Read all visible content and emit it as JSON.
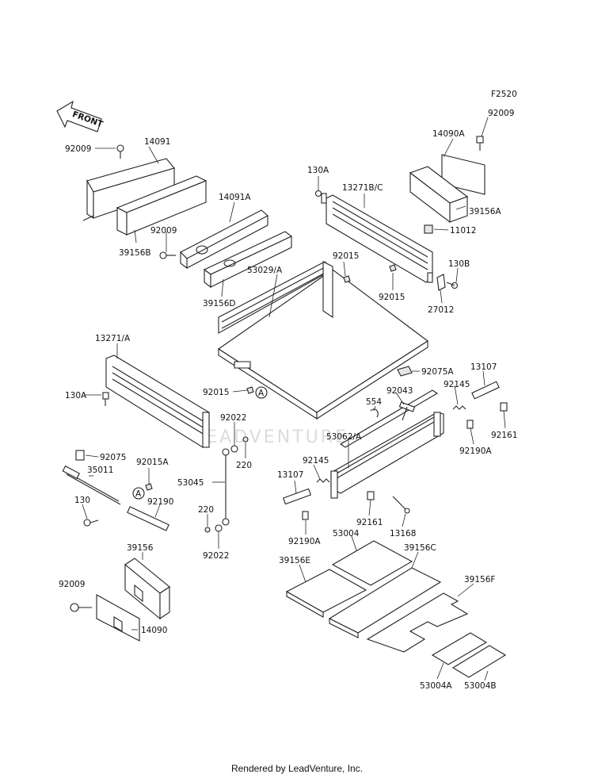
{
  "figure_code": "F2520",
  "front_label": "FRONT",
  "watermark": "LEADVENTURE",
  "footer": "Rendered by LeadVenture, Inc.",
  "labels": {
    "l92009a": "92009",
    "l14091": "14091",
    "l39156b": "39156B",
    "l14091a": "14091A",
    "l92009b": "92009",
    "l39156d": "39156D",
    "l53029": "53029/A",
    "l92015a": "92015",
    "l130a_top": "130A",
    "l13271bc": "13271B/C",
    "l14090a": "14090A",
    "l92009c": "92009",
    "l39156a": "39156A",
    "l11012": "11012",
    "l130b": "130B",
    "l92015b": "92015",
    "l27012": "27012",
    "l13271a": "13271/A",
    "l130a_left": "130A",
    "l92015c": "92015",
    "lA1": "A",
    "l92075a": "92075A",
    "l13107a": "13107",
    "l92043": "92043",
    "l92145a": "92145",
    "l554": "554",
    "l92161a": "92161",
    "l92190a_r": "92190A",
    "l53062": "53062/A",
    "l92022a": "92022",
    "l220a": "220",
    "l53045": "53045",
    "l92075": "92075",
    "l35011": "35011",
    "l92015a2": "92015A",
    "lA2": "A",
    "l130": "130",
    "l92190": "92190",
    "l220b": "220",
    "l92022b": "92022",
    "l92145b": "92145",
    "l13107b": "13107",
    "l92161b": "92161",
    "l13168": "13168",
    "l92190a_l": "92190A",
    "l53004": "53004",
    "l39156c": "39156C",
    "l39156e": "39156E",
    "l39156f": "39156F",
    "l39156": "39156",
    "l92009d": "92009",
    "l14090": "14090",
    "l53004a": "53004A",
    "l53004b": "53004B"
  }
}
